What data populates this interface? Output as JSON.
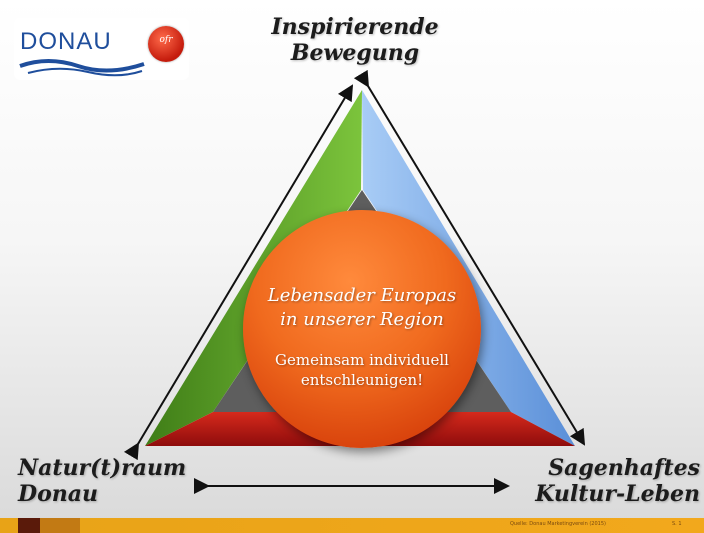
{
  "logo": {
    "text": "DONAU",
    "badge_text": "ofr"
  },
  "labels": {
    "top": [
      "Inspirierende",
      "Bewegung"
    ],
    "left": [
      "Natur(t)raum",
      "Donau"
    ],
    "right": [
      "Sagenhaftes",
      "Kultur-Leben"
    ]
  },
  "center": {
    "title": [
      "Lebensader Europas",
      "in unserer Region"
    ],
    "subtitle": [
      "Gemeinsam individuell",
      "entschleunigen!"
    ]
  },
  "footer": {
    "note": "Quelle: Donau Marketingverein (2015)",
    "page": "S. 1"
  },
  "colors": {
    "left_side": "#5fa32a",
    "right_side": "#7fb0f0",
    "bottom_side": "#b81414",
    "inner": "#5e5e5e",
    "circle": "#f06a1e",
    "footer": "#f2a81c",
    "logo_blue": "#1f4e9c"
  }
}
